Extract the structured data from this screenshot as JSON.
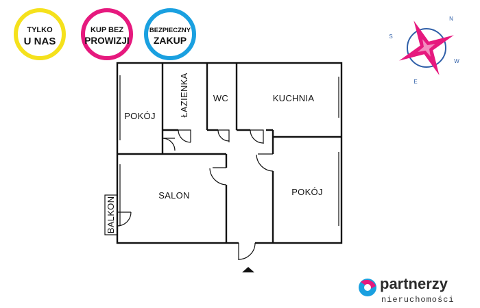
{
  "badges": [
    {
      "line1": "TYLKO",
      "line2": "U NAS",
      "ring_color": "#f5e11c"
    },
    {
      "line1": "KUP BEZ",
      "line2": "PROWIZJI",
      "ring_color": "#e6197e"
    },
    {
      "line1": "BEZPIECZNY",
      "line2": "ZAKUP",
      "ring_color": "#1aa0e0"
    }
  ],
  "compass": {
    "letters": [
      "N",
      "E",
      "S",
      "W"
    ],
    "star_color": "#e6197e",
    "ring_color": "#2f5fa8"
  },
  "rooms": {
    "pokoj_small": "POKÓJ",
    "lazienka": "ŁAZIENKA",
    "wc": "WC",
    "kuchnia": "KUCHNIA",
    "salon": "SALON",
    "pokoj_large": "POKÓJ",
    "balkon": "BALKON"
  },
  "brand": {
    "name": "partnerzy",
    "subtitle": "nieruchomości",
    "colors": [
      "#1aa0e0",
      "#e6197e"
    ]
  }
}
